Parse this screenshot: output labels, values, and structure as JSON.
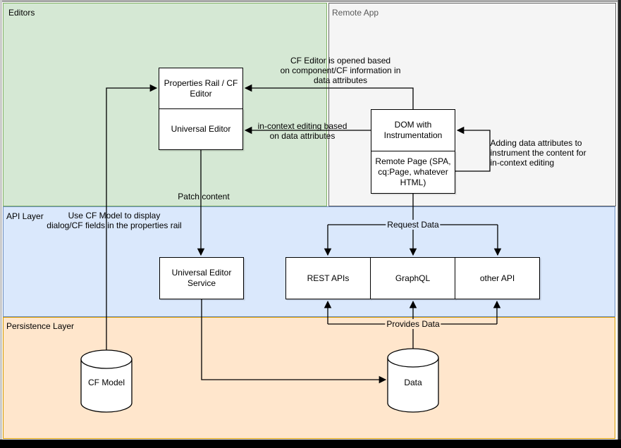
{
  "diagram_title": "Universal Editor architecture diagram",
  "regions": {
    "editors": {
      "label": "Editors",
      "fill": "#d5e8d4",
      "stroke": "#82b366"
    },
    "remote_app": {
      "label": "Remote App",
      "fill": "#f5f5f5",
      "stroke": "#666666"
    },
    "api_layer": {
      "label": "API Layer",
      "fill": "#dae8fc",
      "stroke": "#6c8ebf"
    },
    "persistence_layer": {
      "label": "Persistence Layer",
      "fill": "#ffe6cc",
      "stroke": "#d79b00"
    }
  },
  "nodes": {
    "properties_rail_cf_editor": {
      "label": "Properties Rail / CF Editor",
      "shape": "box",
      "region": "editors"
    },
    "universal_editor": {
      "label": "Universal Editor",
      "shape": "box",
      "region": "editors"
    },
    "dom_with_instrumentation": {
      "label": "DOM with Instrumentation",
      "shape": "box",
      "region": "remote_app"
    },
    "remote_page": {
      "label": "Remote Page (SPA, cq:Page, whatever HTML)",
      "shape": "box",
      "region": "remote_app"
    },
    "universal_editor_service": {
      "label": "Universal Editor Service",
      "shape": "box",
      "region": "api_layer"
    },
    "rest_apis": {
      "label": "REST APIs",
      "shape": "box",
      "region": "api_layer"
    },
    "graphql": {
      "label": "GraphQL",
      "shape": "box",
      "region": "api_layer"
    },
    "other_api": {
      "label": "other API",
      "shape": "box",
      "region": "api_layer"
    },
    "cf_model": {
      "label": "CF Model",
      "shape": "cylinder",
      "region": "persistence_layer"
    },
    "data": {
      "label": "Data",
      "shape": "cylinder",
      "region": "persistence_layer"
    }
  },
  "edge_labels": {
    "cf_editor_opened": "CF Editor is opened based\non component/CF information in\ndata attributes",
    "in_context_editing": "in-context editing based\non data attributes",
    "adding_data_attributes": "Adding data attributes to\ninstrument the content for\nin-context editing",
    "patch_content": "Patch content",
    "use_cf_model": "Use CF Model to display\ndialog/CF fields in the properties rail",
    "request_data": "Request Data",
    "provides_data": "Provides Data"
  },
  "edges": [
    {
      "from": "dom_with_instrumentation",
      "to": "properties_rail_cf_editor",
      "label_key": "cf_editor_opened"
    },
    {
      "from": "dom_with_instrumentation",
      "to": "universal_editor",
      "label_key": "in_context_editing"
    },
    {
      "from": "remote_page",
      "to": "dom_with_instrumentation",
      "label_key": "adding_data_attributes"
    },
    {
      "from": "universal_editor",
      "to": "universal_editor_service",
      "label_key": "patch_content"
    },
    {
      "from": "cf_model",
      "to": "properties_rail_cf_editor",
      "label_key": "use_cf_model"
    },
    {
      "from": "remote_page",
      "to": "rest_apis, graphql, other_api",
      "label_key": "request_data"
    },
    {
      "from": "data",
      "to": "rest_apis, graphql, other_api",
      "label_key": "provides_data"
    },
    {
      "from": "universal_editor_service",
      "to": "data",
      "label_key": null
    }
  ],
  "line_color": "#000000",
  "node_fill": "#ffffff"
}
